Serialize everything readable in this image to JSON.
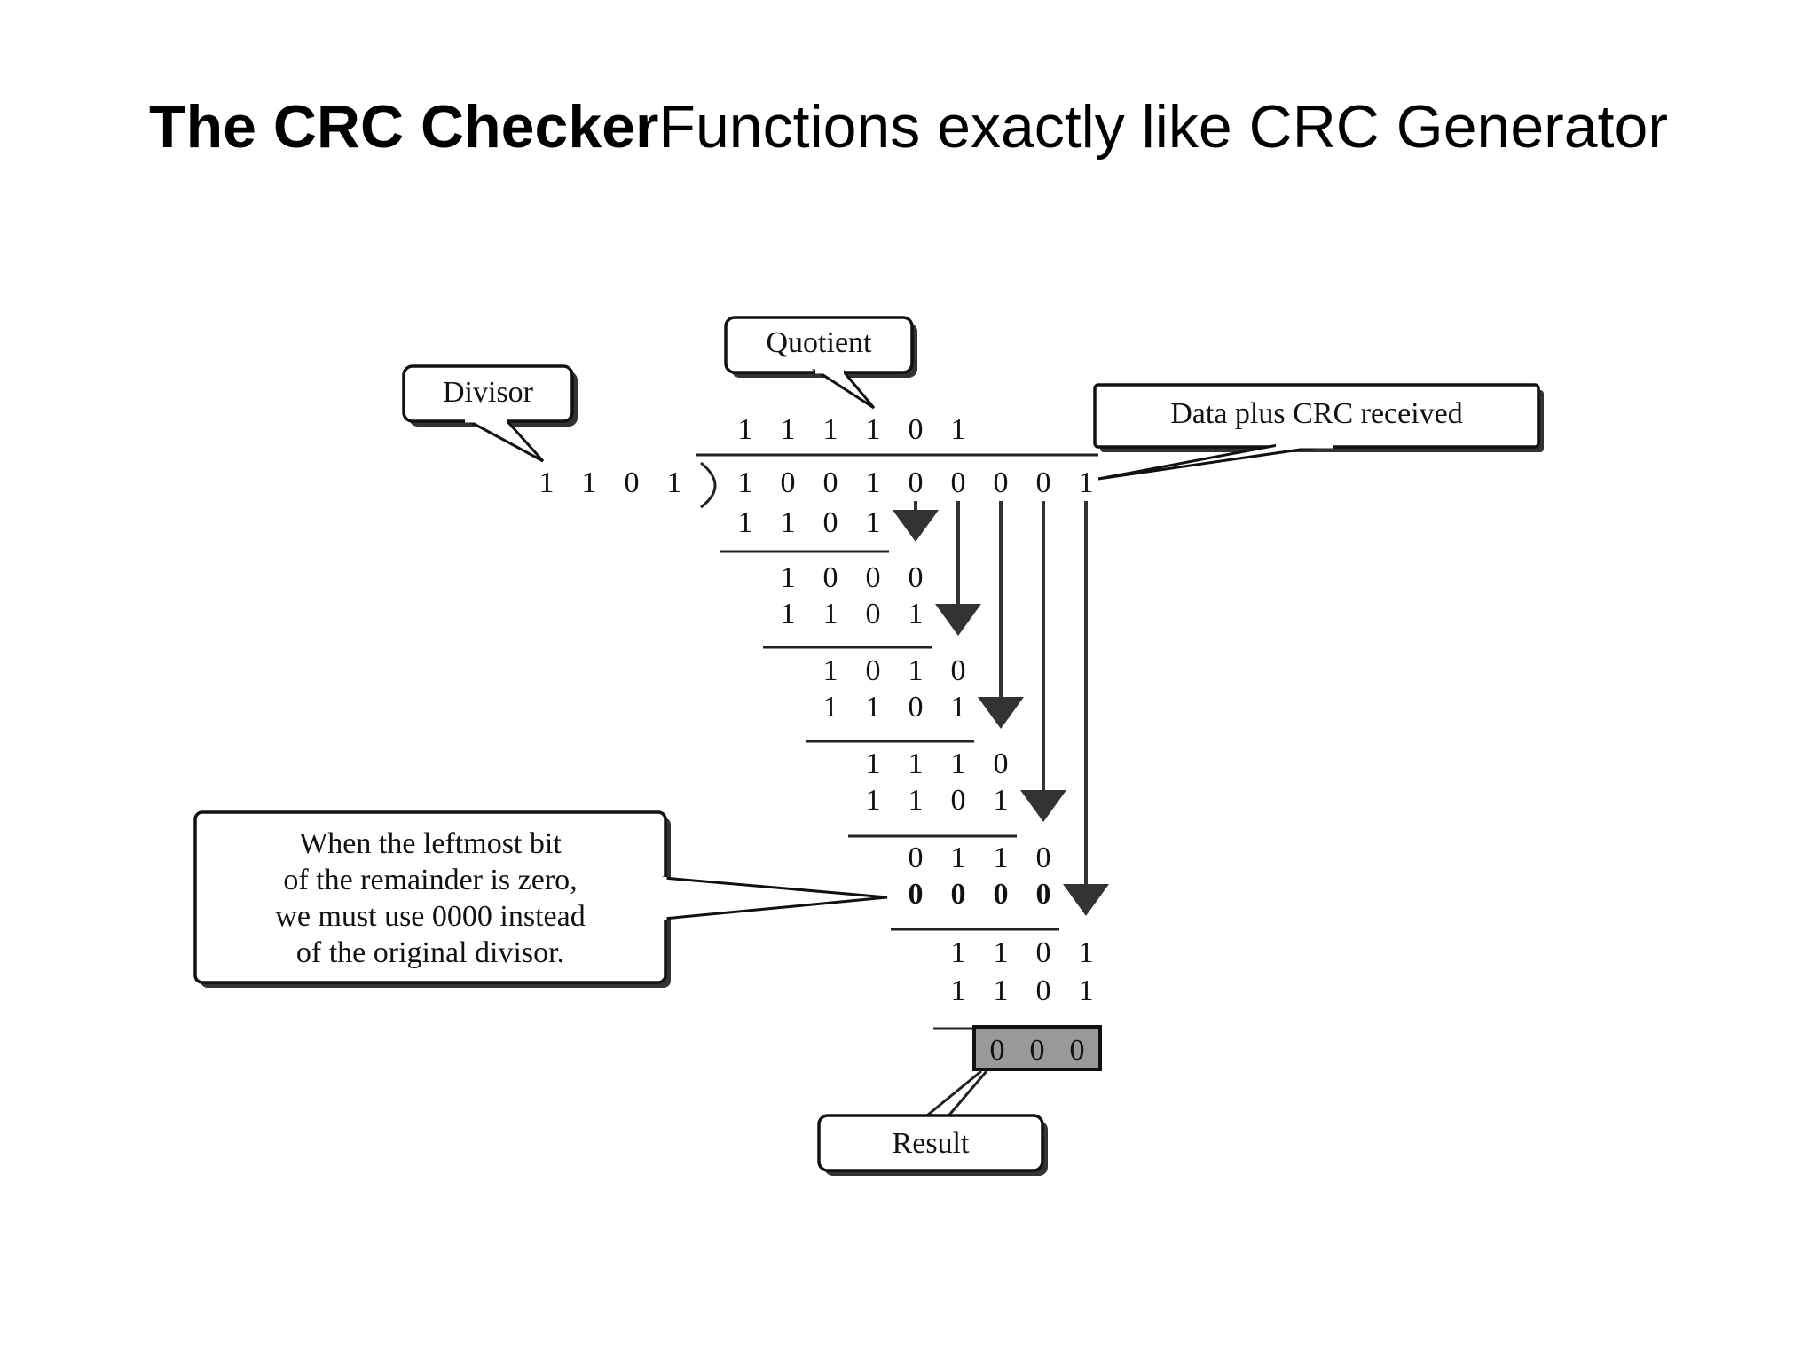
{
  "title": {
    "bold": "The CRC Checker",
    "rest": "Functions exactly like CRC Generator"
  },
  "labels": {
    "quotient": "Quotient",
    "divisor": "Divisor",
    "data_plus_crc": "Data plus CRC received",
    "note": [
      "When the leftmost bit",
      "of the remainder is zero,",
      "we must use 0000 instead",
      "of the original divisor."
    ],
    "result": "Result"
  },
  "division": {
    "quotient_bits": [
      "1",
      "1",
      "1",
      "1",
      "0",
      "1"
    ],
    "divisor_bits": [
      "1",
      "1",
      "0",
      "1"
    ],
    "dividend_bits": [
      "1",
      "0",
      "0",
      "1",
      "0",
      "0",
      "0",
      "0",
      "1"
    ],
    "steps": [
      {
        "bits": [
          "1",
          "1",
          "0",
          "1"
        ],
        "col": 0
      },
      {
        "bits": [
          "1",
          "0",
          "0",
          "0"
        ],
        "col": 1
      },
      {
        "bits": [
          "1",
          "1",
          "0",
          "1"
        ],
        "col": 1
      },
      {
        "bits": [
          "1",
          "0",
          "1",
          "0"
        ],
        "col": 2
      },
      {
        "bits": [
          "1",
          "1",
          "0",
          "1"
        ],
        "col": 2
      },
      {
        "bits": [
          "1",
          "1",
          "1",
          "0"
        ],
        "col": 3
      },
      {
        "bits": [
          "1",
          "1",
          "0",
          "1"
        ],
        "col": 3
      },
      {
        "bits": [
          "0",
          "1",
          "1",
          "0"
        ],
        "col": 4
      },
      {
        "bits": [
          "0",
          "0",
          "0",
          "0"
        ],
        "col": 4,
        "bold": true
      },
      {
        "bits": [
          "1",
          "1",
          "0",
          "1"
        ],
        "col": 5
      },
      {
        "bits": [
          "1",
          "1",
          "0",
          "1"
        ],
        "col": 5
      }
    ],
    "result_bits": [
      "0",
      "0",
      "0"
    ]
  }
}
